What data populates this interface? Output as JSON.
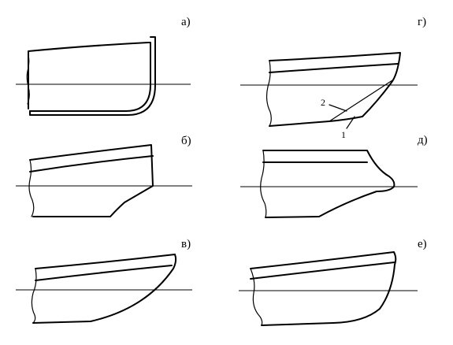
{
  "panels": [
    {
      "id": "a",
      "label": "а)"
    },
    {
      "id": "b",
      "label": "б)"
    },
    {
      "id": "v",
      "label": "в)"
    },
    {
      "id": "g",
      "label": "г)",
      "callouts": [
        "2",
        "1"
      ]
    },
    {
      "id": "d",
      "label": "д)"
    },
    {
      "id": "e",
      "label": "е)"
    }
  ]
}
